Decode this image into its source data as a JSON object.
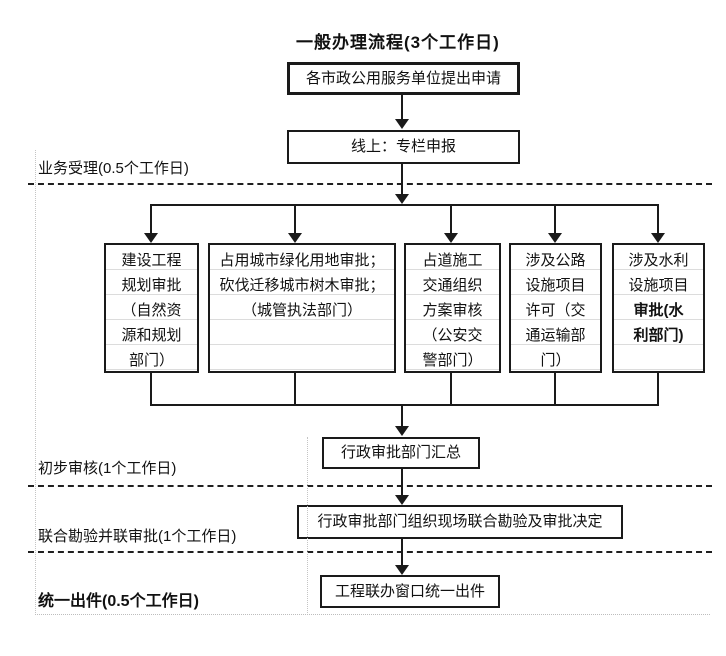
{
  "title": "一般办理流程(3个工作日)",
  "nodes": {
    "apply": "各市政公用服务单位提出申请",
    "online": "线上：专栏申报",
    "dept_planning": [
      "建设工程",
      "规划审批",
      "（自然资",
      "源和规划",
      "部门）"
    ],
    "dept_greening": [
      "占用城市绿化用地审批；",
      "砍伐迁移城市树木审批；",
      "（城管执法部门）"
    ],
    "dept_traffic": [
      "占道施工",
      "交通组织",
      "方案审核",
      "（公安交",
      "警部门）"
    ],
    "dept_highway": [
      "涉及公路",
      "设施项目",
      "许可（交",
      "通运输部",
      "门）"
    ],
    "dept_water_normal": [
      "涉及水利",
      "设施项目"
    ],
    "dept_water_bold": [
      "审批(水",
      "利部门)"
    ],
    "summary": "行政审批部门汇总",
    "joint_inspection": "行政审批部门组织现场联合勘验及审批决定",
    "final_output": "工程联办窗口统一出件"
  },
  "stage_labels": {
    "acceptance": "业务受理(0.5个工作日)",
    "preliminary_review": "初步审核(1个工作日)",
    "joint_approval": "联合勘验并联审批(1个工作日)",
    "unified_output": "统一出件(0.5个工作日)"
  },
  "colors": {
    "line": "#1a1a1a",
    "grid": "#c4c4c4"
  }
}
